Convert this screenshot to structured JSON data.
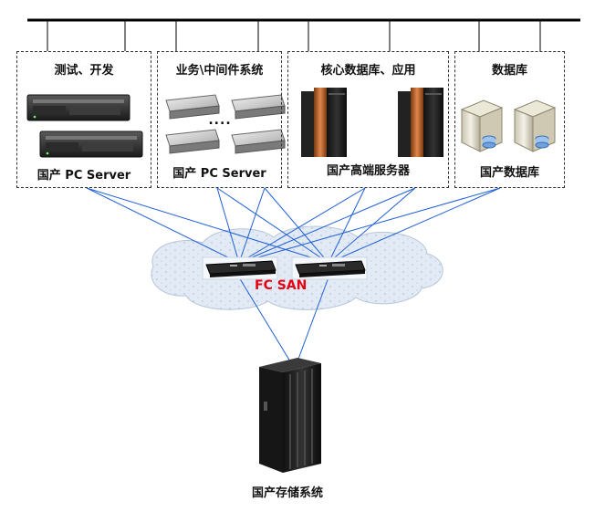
{
  "groups": {
    "test_dev": {
      "title": "测试、开发",
      "caption": "国产 PC Server"
    },
    "middleware": {
      "title": "业务\\中间件系统",
      "caption": "国产 PC Server",
      "ellipsis": "...."
    },
    "core_db": {
      "title": "核心数据库、应用",
      "caption": "国产高端服务器"
    },
    "database": {
      "title": "数据库",
      "caption": "国产数据库"
    }
  },
  "san": {
    "label": "FC SAN"
  },
  "storage": {
    "caption": "国产存储系统"
  },
  "colors": {
    "link": "#1f5fd6",
    "bus": "#000000",
    "san_label": "#e60012",
    "cloud": "#dfe8f3"
  }
}
